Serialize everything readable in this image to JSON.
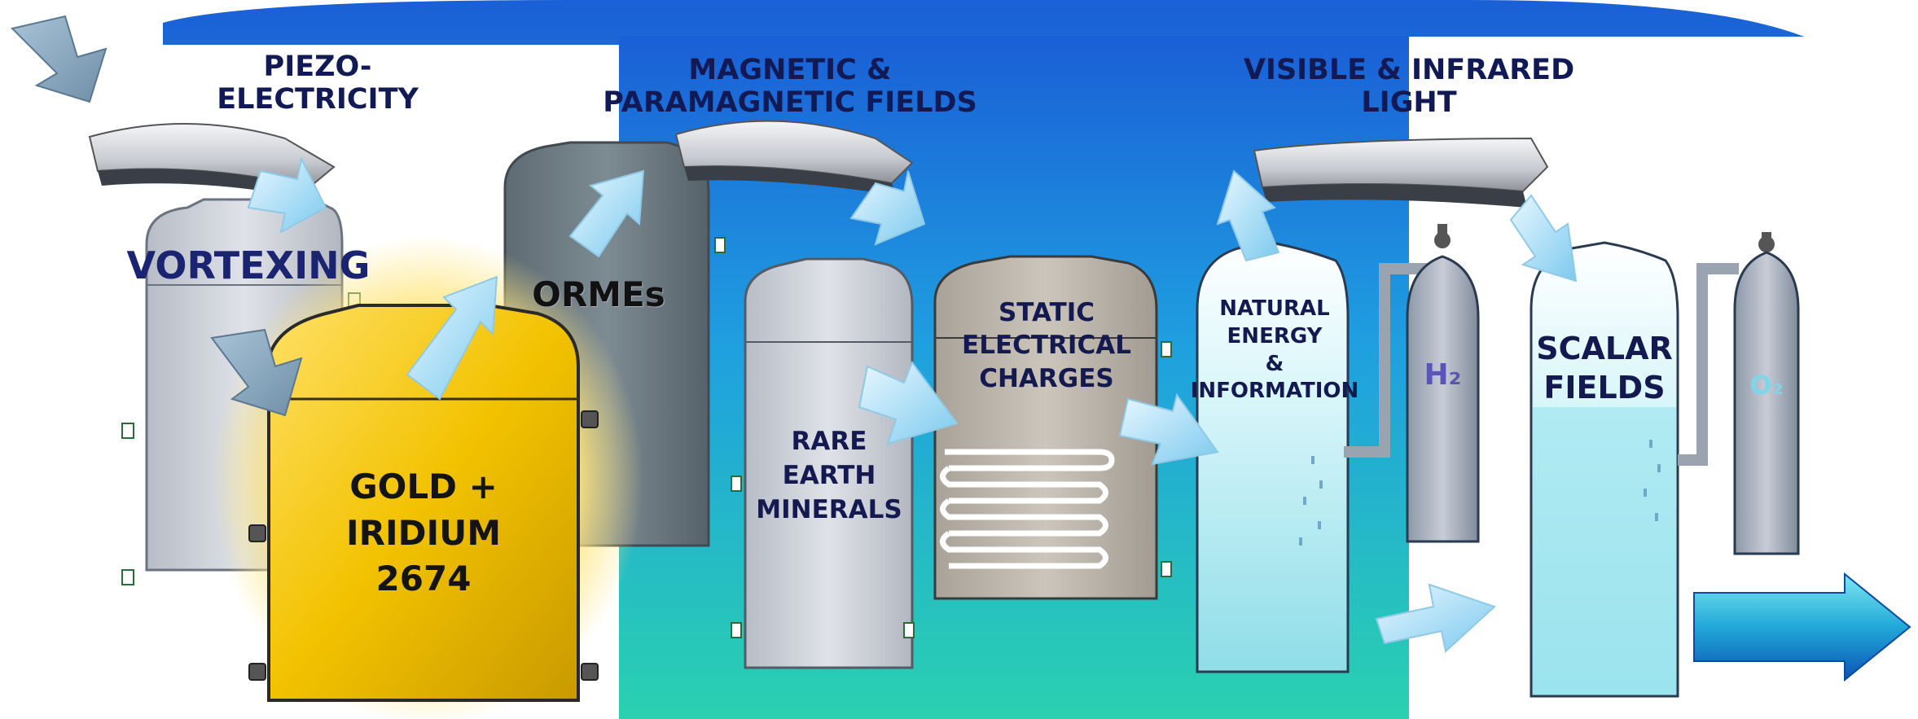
{
  "labels": {
    "piezo": [
      "PIEZO-",
      "ELECTRICITY"
    ],
    "magnetic": [
      "MAGNETIC &",
      "PARAMAGNETIC FIELDS"
    ],
    "visible": [
      "VISIBLE & INFRARED",
      "LIGHT"
    ],
    "vortexing": "VORTEXING",
    "ormes": "ORMEs",
    "gold": [
      "GOLD +",
      "IRIDIUM",
      "2674"
    ],
    "rare": [
      "RARE",
      "EARTH",
      "MINERALS"
    ],
    "static": [
      "STATIC",
      "ELECTRICAL",
      "CHARGES"
    ],
    "natural": [
      "NATURAL",
      "ENERGY",
      "&",
      "INFORMATION"
    ],
    "scalar": [
      "SCALAR",
      "FIELDS"
    ],
    "h2": "H₂",
    "o2": "O₂"
  },
  "colors": {
    "sky_blue": "#1e6fd9",
    "teal_green": "#25c9b4",
    "gold": "#f2c200",
    "label_navy": "#111a55",
    "tank_grey": "#c9ccd4",
    "ormes_grey": "#6c7a82",
    "static_tan": "#bdb6ad",
    "water_cyan": "#9fe6ef"
  },
  "icons": [
    "arrow-icon",
    "lamp-icon",
    "gas-cylinder-icon",
    "coil-icon",
    "output-arrow-icon"
  ]
}
